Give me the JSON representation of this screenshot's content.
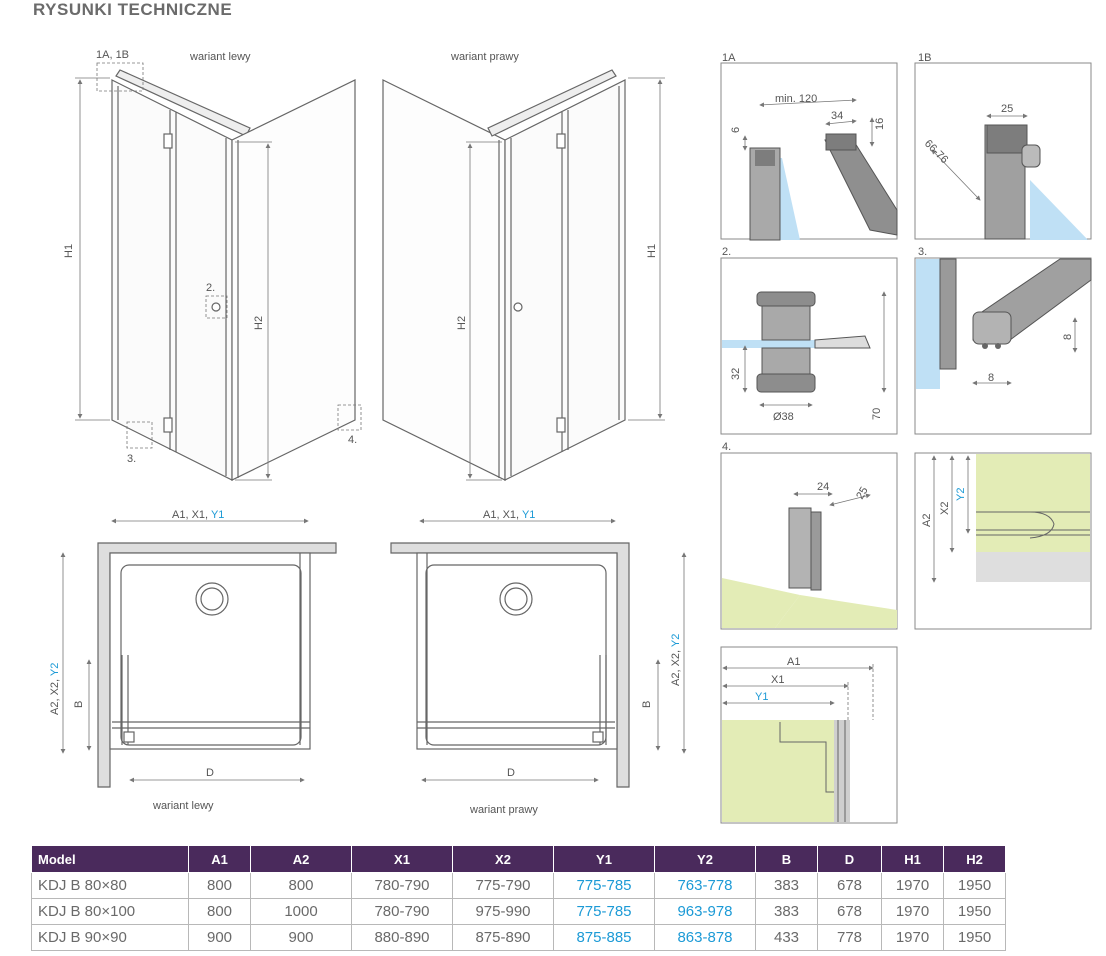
{
  "title": "RYSUNKI TECHNICZNE",
  "elevation": {
    "variant_left": "wariant lewy",
    "variant_right": "wariant prawy",
    "callout_1ab": "1A, 1B",
    "callout_2": "2.",
    "callout_3": "3.",
    "callout_4": "4.",
    "h1": "H1",
    "h2": "H2"
  },
  "plan": {
    "top_dim_prefix": "A1, X1, ",
    "top_dim_y": "Y1",
    "side_dim_prefix": "A2, X2, ",
    "side_dim_y": "Y2",
    "b": "B",
    "d": "D",
    "variant_left": "wariant lewy",
    "variant_right": "wariant prawy"
  },
  "details": {
    "d1a": {
      "label": "1A",
      "min": "min. 120",
      "w34": "34",
      "h16": "16",
      "h6": "6"
    },
    "d1b": {
      "label": "1B",
      "w25": "25",
      "range": "66-76"
    },
    "d2": {
      "label": "2.",
      "h32": "32",
      "h70": "70",
      "dia": "Ø38"
    },
    "d3": {
      "label": "3.",
      "w8": "8",
      "h8": "8"
    },
    "d4": {
      "label": "4.",
      "w24": "24",
      "w25": "25"
    },
    "d5": {
      "a2": "A2",
      "x2": "X2",
      "y2": "Y2"
    },
    "d6": {
      "a1": "A1",
      "x1": "X1",
      "y1": "Y1"
    }
  },
  "table": {
    "headers": [
      "Model",
      "A1",
      "A2",
      "X1",
      "X2",
      "Y1",
      "Y2",
      "B",
      "D",
      "H1",
      "H2"
    ],
    "rows": [
      [
        "KDJ B 80×80",
        "800",
        "800",
        "780-790",
        "775-790",
        "775-785",
        "763-778",
        "383",
        "678",
        "1970",
        "1950"
      ],
      [
        "KDJ B 80×100",
        "800",
        "1000",
        "780-790",
        "975-990",
        "775-785",
        "963-978",
        "383",
        "678",
        "1970",
        "1950"
      ],
      [
        "KDJ B 90×90",
        "900",
        "900",
        "880-890",
        "875-890",
        "875-885",
        "863-878",
        "433",
        "778",
        "1970",
        "1950"
      ]
    ]
  },
  "colors": {
    "header_bg": "#4a2a5c",
    "accent_blue": "#1c9ad6",
    "wall_green": "#e3ecb6",
    "glass_blue": "#bfe0f5"
  }
}
